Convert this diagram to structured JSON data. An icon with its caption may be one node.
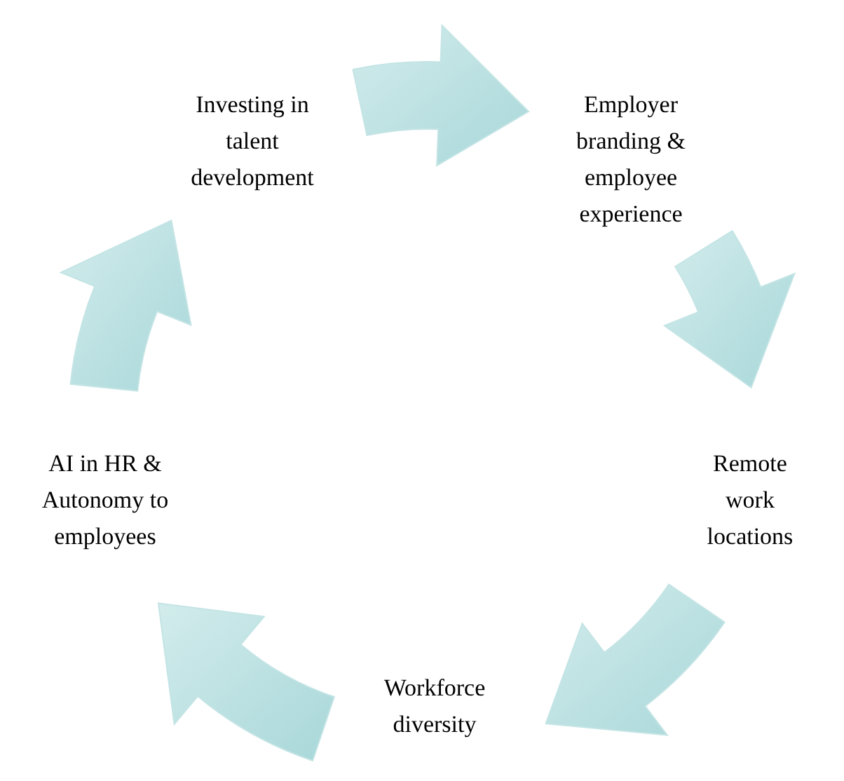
{
  "diagram": {
    "nodes": [
      {
        "text": [
          "Investing in talent development"
        ]
      },
      {
        "text": [
          "Employer branding & employee experience"
        ]
      },
      {
        "text": [
          "Remote work locations"
        ]
      },
      {
        "text": [
          "Workforce diversity"
        ]
      },
      {
        "text": [
          "AI in HR & Autonomy to employees"
        ]
      }
    ],
    "edges": [
      {
        "from": 0,
        "to": 1,
        "arrow": "to"
      },
      {
        "from": 1,
        "to": 2,
        "arrow": "to"
      },
      {
        "from": 2,
        "to": 3,
        "arrow": "to"
      },
      {
        "from": 3,
        "to": 4,
        "arrow": "to"
      },
      {
        "from": 4,
        "to": 0,
        "arrow": "to"
      }
    ]
  }
}
